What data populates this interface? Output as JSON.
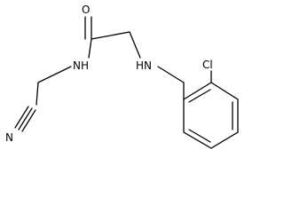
{
  "molecule": {
    "atoms": {
      "oxygen": "O",
      "amide_nh": "NH",
      "amine_nh": "HN",
      "chlorine": "Cl",
      "nitrile_n": "N"
    },
    "colors": {
      "bond": "#000000",
      "label": "#000000",
      "background": "#ffffff"
    }
  }
}
